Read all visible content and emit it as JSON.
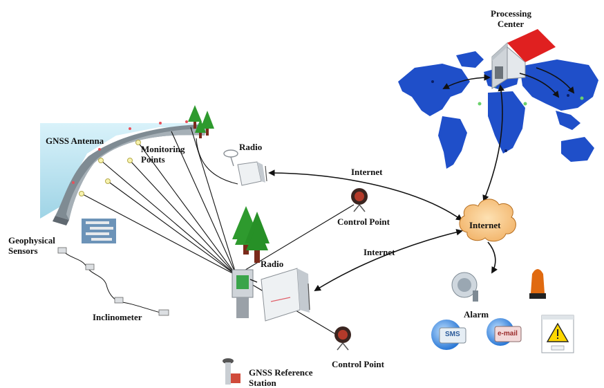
{
  "labels": {
    "processing_center_line1": "Processing",
    "processing_center_line2": "Center",
    "gnss_antenna": "GNSS Antenna",
    "monitoring_points_line1": "Monitoring",
    "monitoring_points_line2": "Points",
    "radio_top": "Radio",
    "internet_top": "Internet",
    "control_point_top": "Control Point",
    "internet_cloud": "Internet",
    "internet_mid": "Internet",
    "geophysical_line1": "Geophysical",
    "geophysical_line2": "Sensors",
    "radio_bottom": "Radio",
    "inclinometer": "Inclinometer",
    "alarm": "Alarm",
    "control_point_bottom": "Control Point",
    "gnss_ref_line1": "GNSS Reference",
    "gnss_ref_line2": "Station",
    "sms": "SMS",
    "email": "e-mail"
  },
  "colors": {
    "dam_water": "#bfe6f2",
    "dam_wall": "#7f8b93",
    "world_map": "#1f4fc9",
    "house_roof": "#e02020",
    "house_wall": "#cfd4d9",
    "cloud": "#f7c88a",
    "tree": "#2e9a2e",
    "trunk": "#7a2a1a"
  }
}
